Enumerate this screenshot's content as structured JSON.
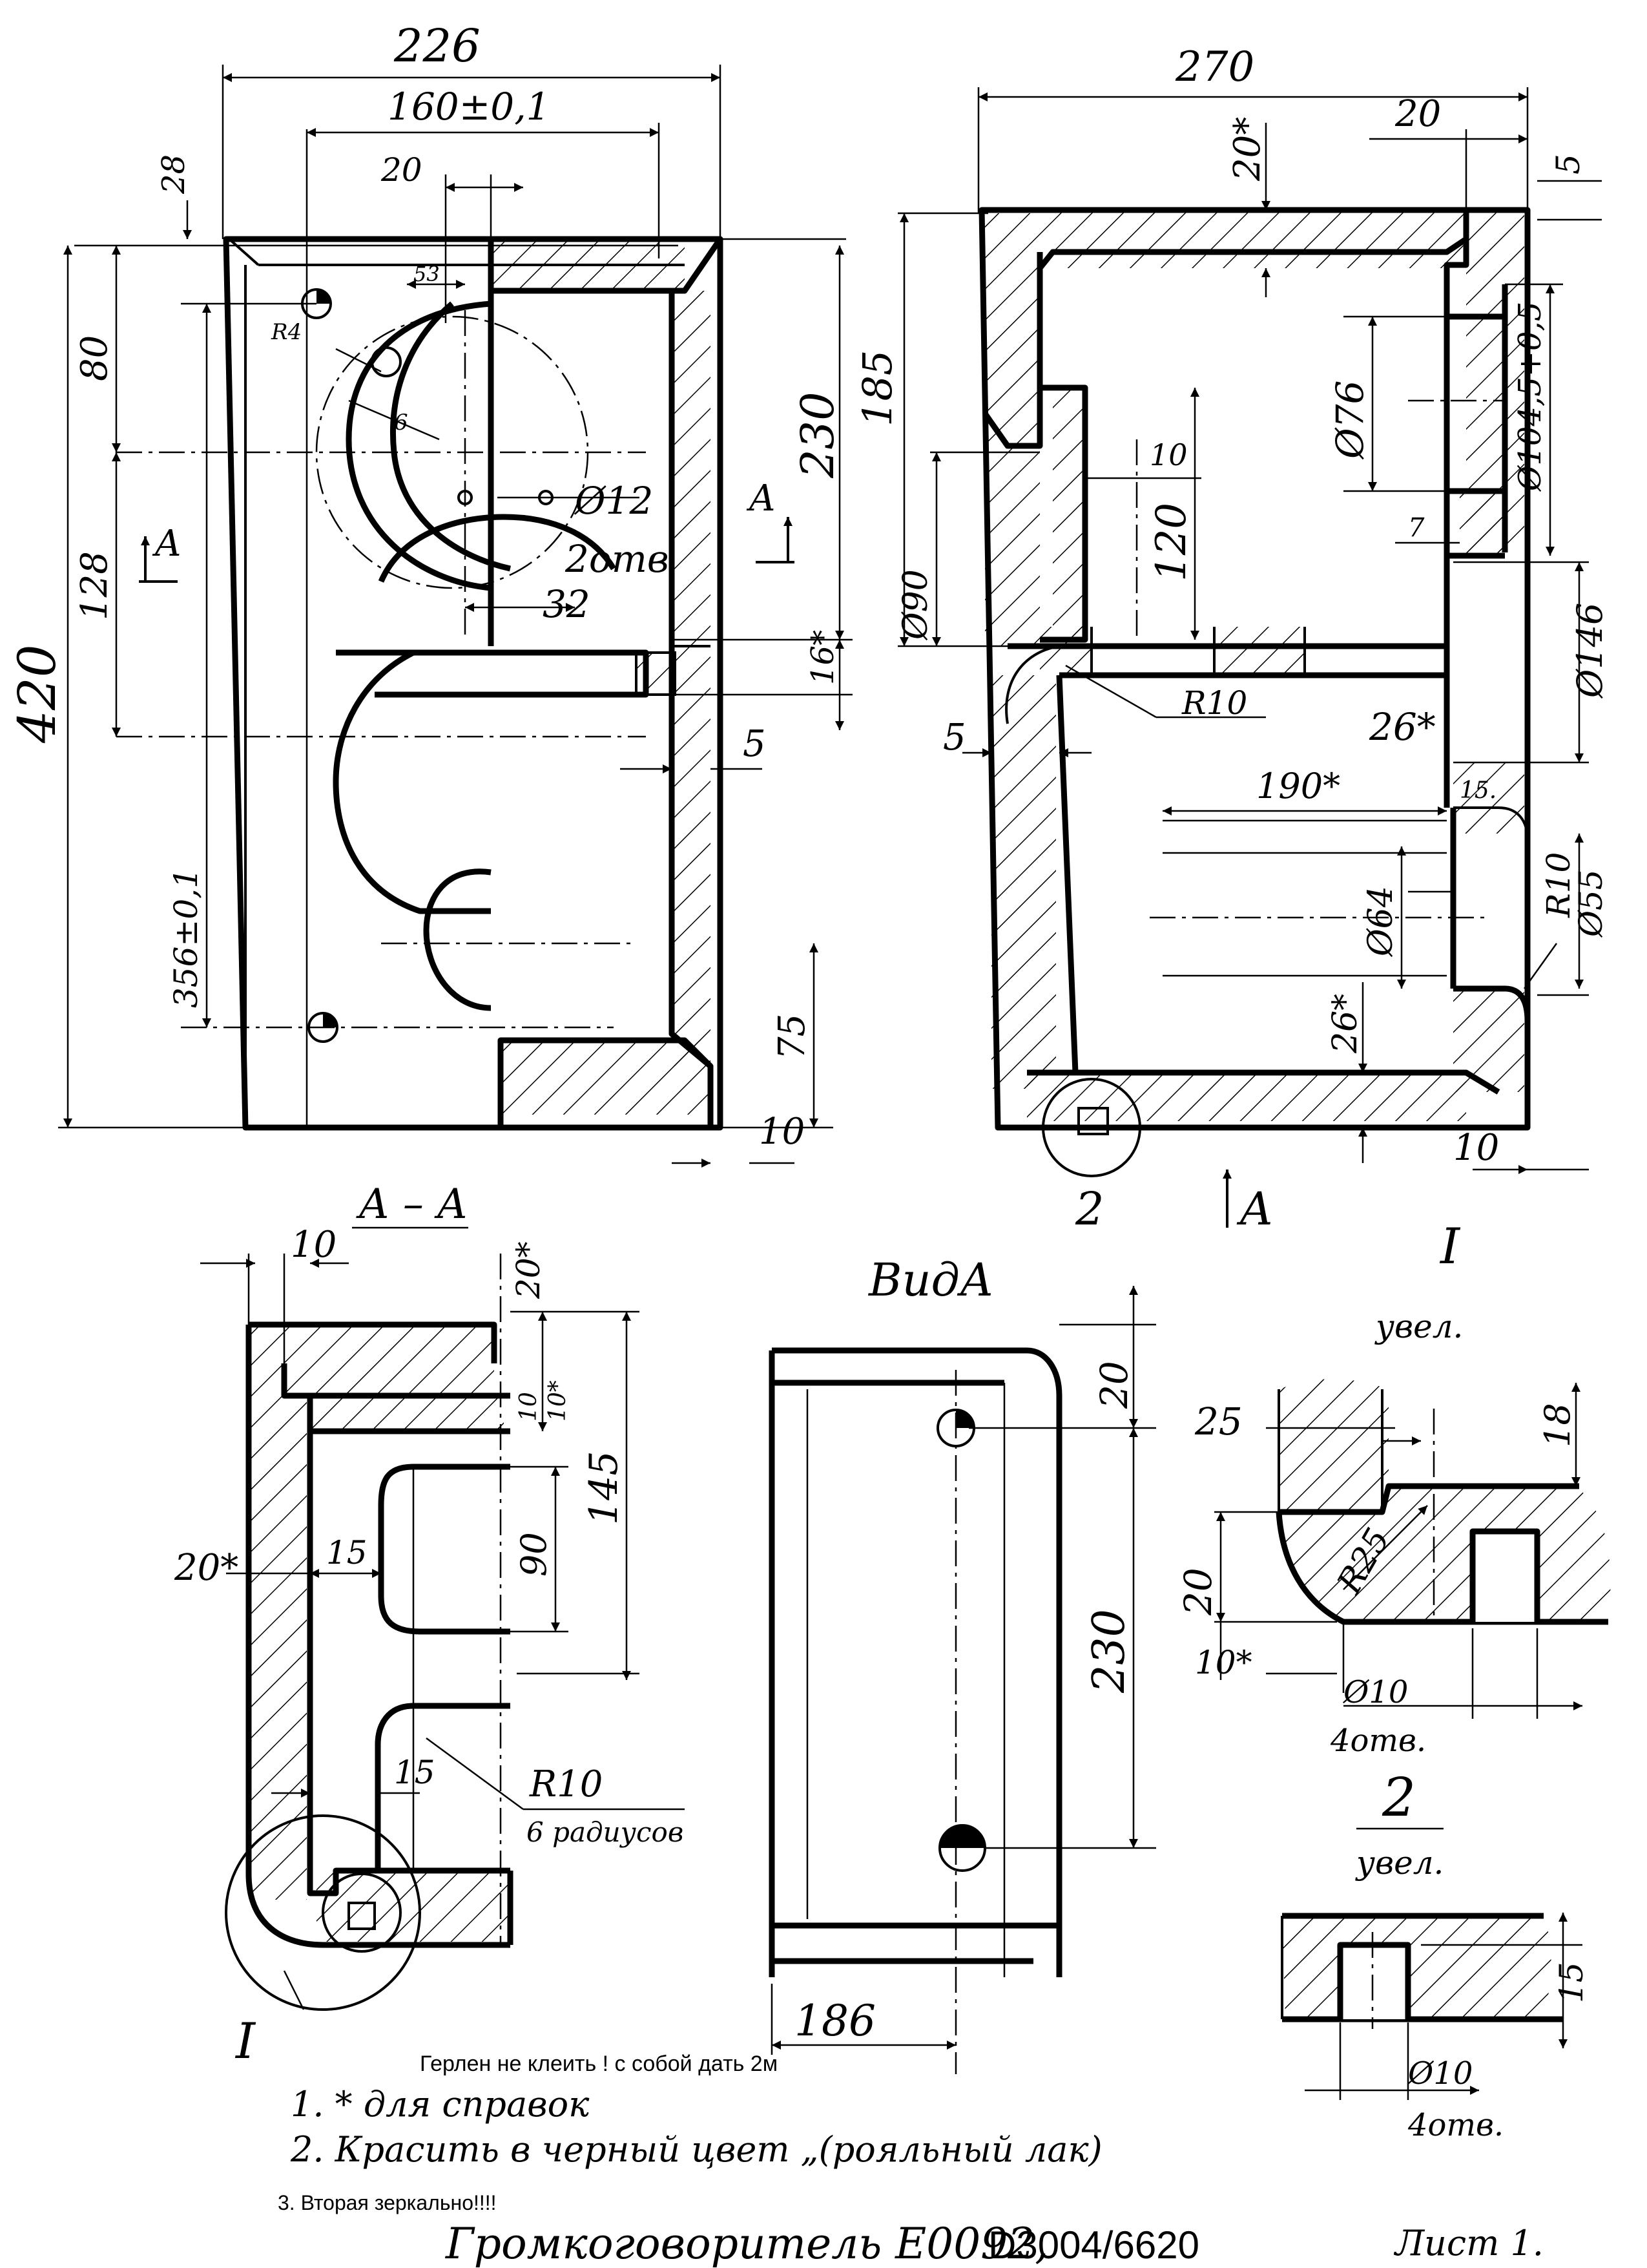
{
  "dims_front": {
    "d226": "226",
    "d160": "160±0,1",
    "d20": "20",
    "d28": "28",
    "d53": "53",
    "dR4": "R4",
    "d6": "6",
    "d80": "80",
    "d128": "128",
    "d420": "420",
    "d356": "356±0,1",
    "dphi12": "Ø12",
    "d2otv": "2отв",
    "d32": "32",
    "d230": "230",
    "d16": "16*",
    "d5": "5",
    "d75": "75",
    "d10": "10",
    "sectA_left": "A",
    "sectA_right": "A"
  },
  "dims_side": {
    "d270": "270",
    "d20top": "20*",
    "d20r": "20",
    "d5r": "5",
    "d185": "185",
    "d76": "Ø76",
    "d1045": "Ø104,5+0,5",
    "d10": "10",
    "d120": "120",
    "d7": "7",
    "d90": "Ø90",
    "d146": "Ø146",
    "dR10": "R10",
    "d5l": "5",
    "d26a": "26*",
    "d190": "190*",
    "d15": "15.",
    "d64": "Ø64",
    "dR10b": "R10",
    "d55": "Ø55",
    "d26b": "26*",
    "d10b": "10",
    "callout2": "2",
    "viewA": "A"
  },
  "section_aa": {
    "title": "А – А",
    "d10": "10",
    "d20t": "20*",
    "d10a": "10",
    "d10b": "10*",
    "d145": "145",
    "d20l": "20*",
    "d15a": "15",
    "d90": "90",
    "d15b": "15",
    "dR10": "R10",
    "radii": "6 радиусов",
    "callout1": "I"
  },
  "view_a": {
    "title": "ВидА",
    "d20": "20",
    "d230": "230",
    "d186": "186"
  },
  "detail_1": {
    "title": "I",
    "subtitle": "увел.",
    "d25": "25",
    "d18": "18",
    "d20": "20",
    "dR25": "R25",
    "d10s": "10*",
    "d10": "Ø10",
    "holes": "4отв."
  },
  "detail_2": {
    "title": "2",
    "subtitle": "увел.",
    "d15": "15",
    "d10": "Ø10",
    "holes": "4отв."
  },
  "notes": {
    "printed": "Герлен не клеить ! с собой дать 2м",
    "note1": "1. * для справок",
    "note2": "2. Красить в черный цвет „(рояльный лак)",
    "note3": "3. Вторая зеркально!!!!"
  },
  "title_block": {
    "title_hand": "Громкоговоритель Е0092,",
    "title_print": "D3004/6620",
    "sheet": "Лист 1."
  }
}
